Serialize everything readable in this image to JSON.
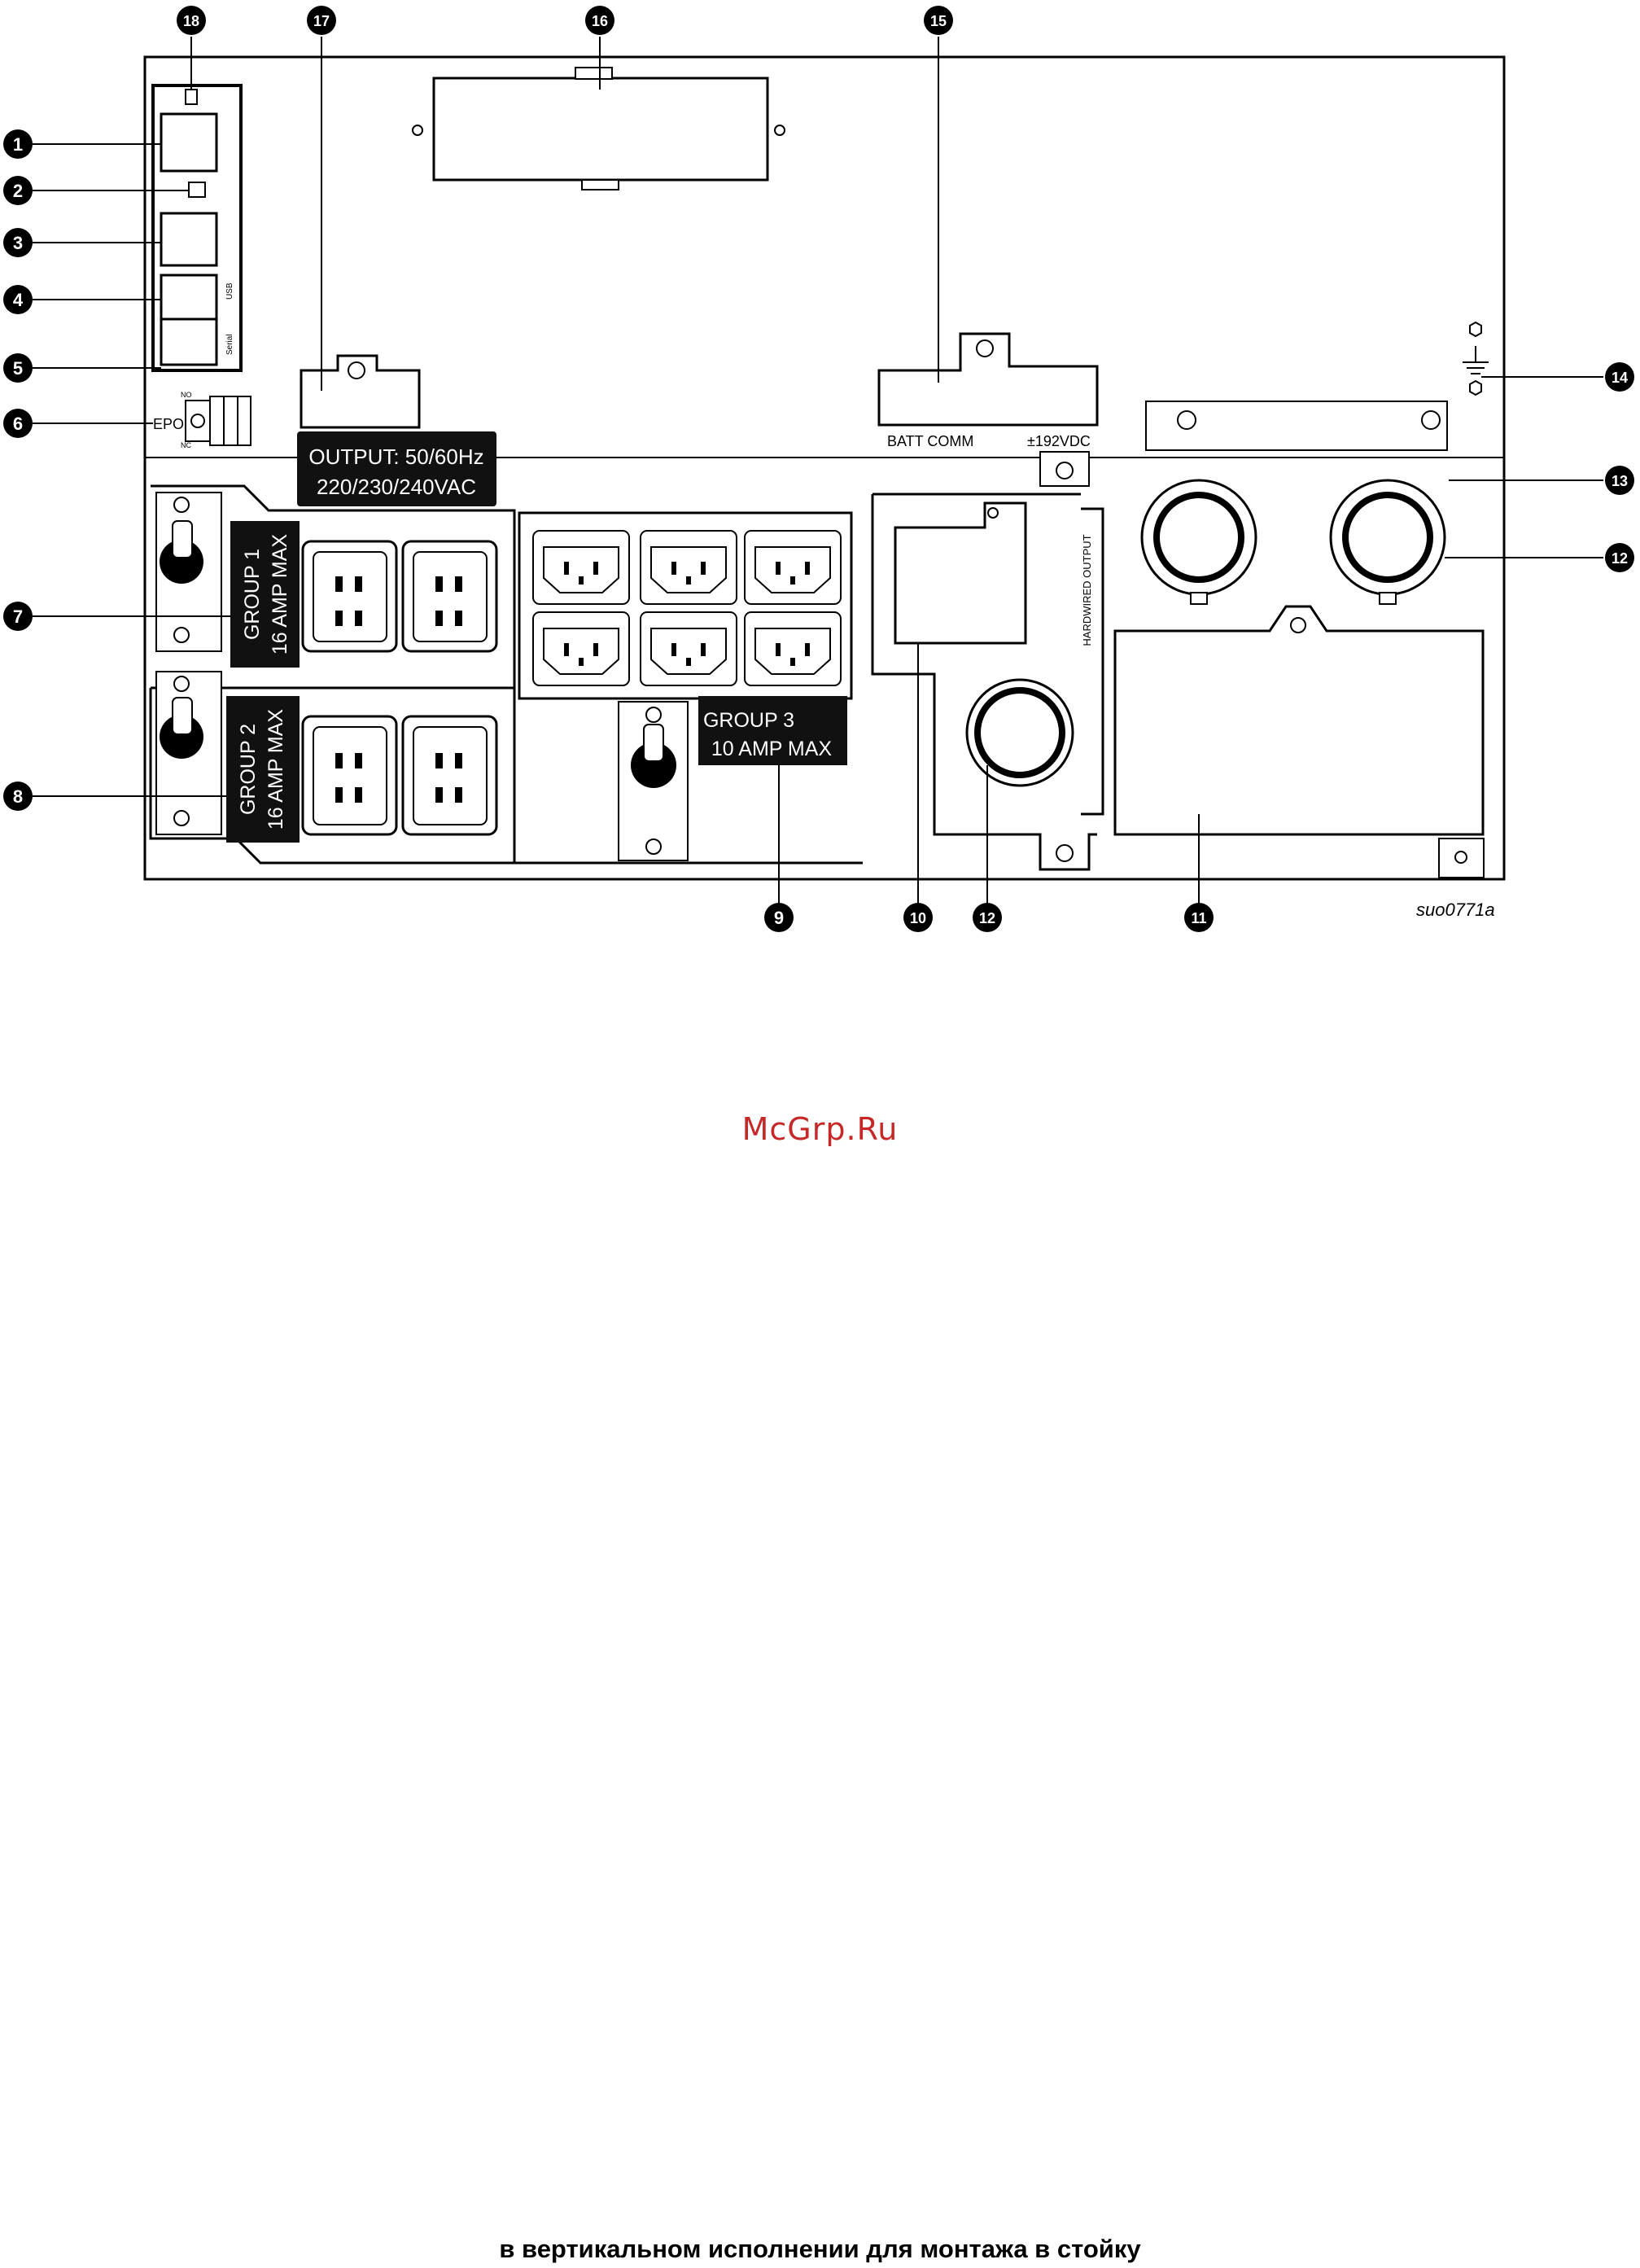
{
  "diagram": {
    "figure_id": "suo0771a",
    "callouts": [
      "1",
      "2",
      "3",
      "4",
      "5",
      "6",
      "7",
      "8",
      "9",
      "10",
      "11",
      "12",
      "12",
      "13",
      "14",
      "15",
      "16",
      "17",
      "18"
    ],
    "labels": {
      "output_line1": "OUTPUT:  50/60Hz",
      "output_line2": "220/230/240VAC",
      "group1_line1": "GROUP 1",
      "group1_line2": "16 AMP MAX",
      "group2_line1": "GROUP 2",
      "group2_line2": "16 AMP MAX",
      "group3_line1": "GROUP 3",
      "group3_line2": "10 AMP MAX",
      "hardwired": "HARDWIRED OUTPUT",
      "batt_comm": "BATT COMM",
      "vdc": "±192VDC",
      "epo": "EPO",
      "no": "NO",
      "nc": "NC",
      "port_usb": "USB",
      "port_serial": "Serial"
    }
  },
  "watermark": "McGrp.Ru",
  "caption": "в вертикальном исполнении для монтажа в стойку"
}
